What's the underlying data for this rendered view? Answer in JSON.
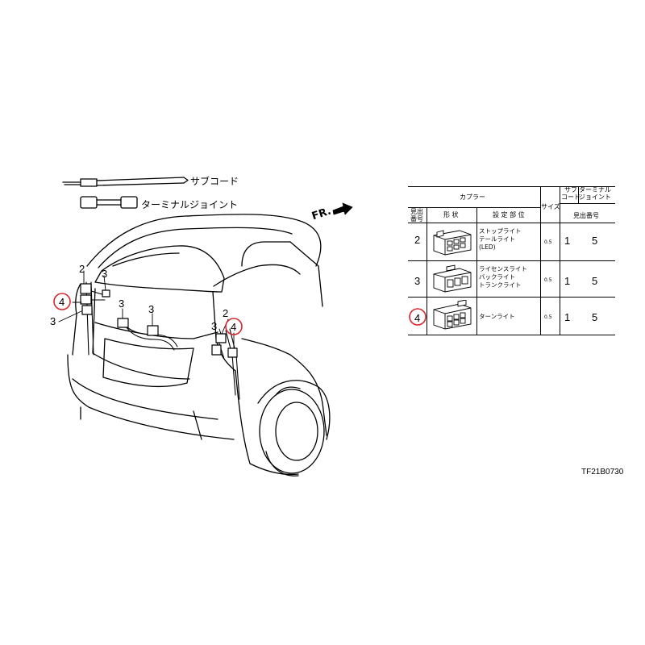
{
  "legend": {
    "sub_cord": "サブコード",
    "terminal_joint": "ターミナルジョイント"
  },
  "front_indicator": "FR.",
  "callouts": {
    "left_2": "2",
    "left_3_top": "3",
    "left_4": "4",
    "left_3_side": "3",
    "center_3_a": "3",
    "center_3_b": "3",
    "right_2": "2",
    "right_3": "3",
    "right_4": "4"
  },
  "highlight_color": "#d9262c",
  "table": {
    "header": {
      "coupler": "カプラー",
      "sub_code": "サブ\nコード",
      "terminal_joint": "ターミナル\nジョイント",
      "figure_no": "見出\n番号",
      "shape": "形 状",
      "location": "設 定 部 位",
      "size": "サイズ",
      "figure_no_right": "見出番号"
    },
    "rows": [
      {
        "figure_no": "2",
        "location": "ストップライト\nテールライト\n(LED)",
        "size": "0.5",
        "sub_code": "1",
        "terminal_joint": "5",
        "highlighted": false
      },
      {
        "figure_no": "3",
        "location": "ライセンスライト\nバックライト\nトランクライト",
        "size": "0.5",
        "sub_code": "1",
        "terminal_joint": "5",
        "highlighted": false
      },
      {
        "figure_no": "4",
        "location": "ターンライト",
        "size": "0.5",
        "sub_code": "1",
        "terminal_joint": "5",
        "highlighted": true
      }
    ]
  },
  "figure_code": "TF21B0730"
}
